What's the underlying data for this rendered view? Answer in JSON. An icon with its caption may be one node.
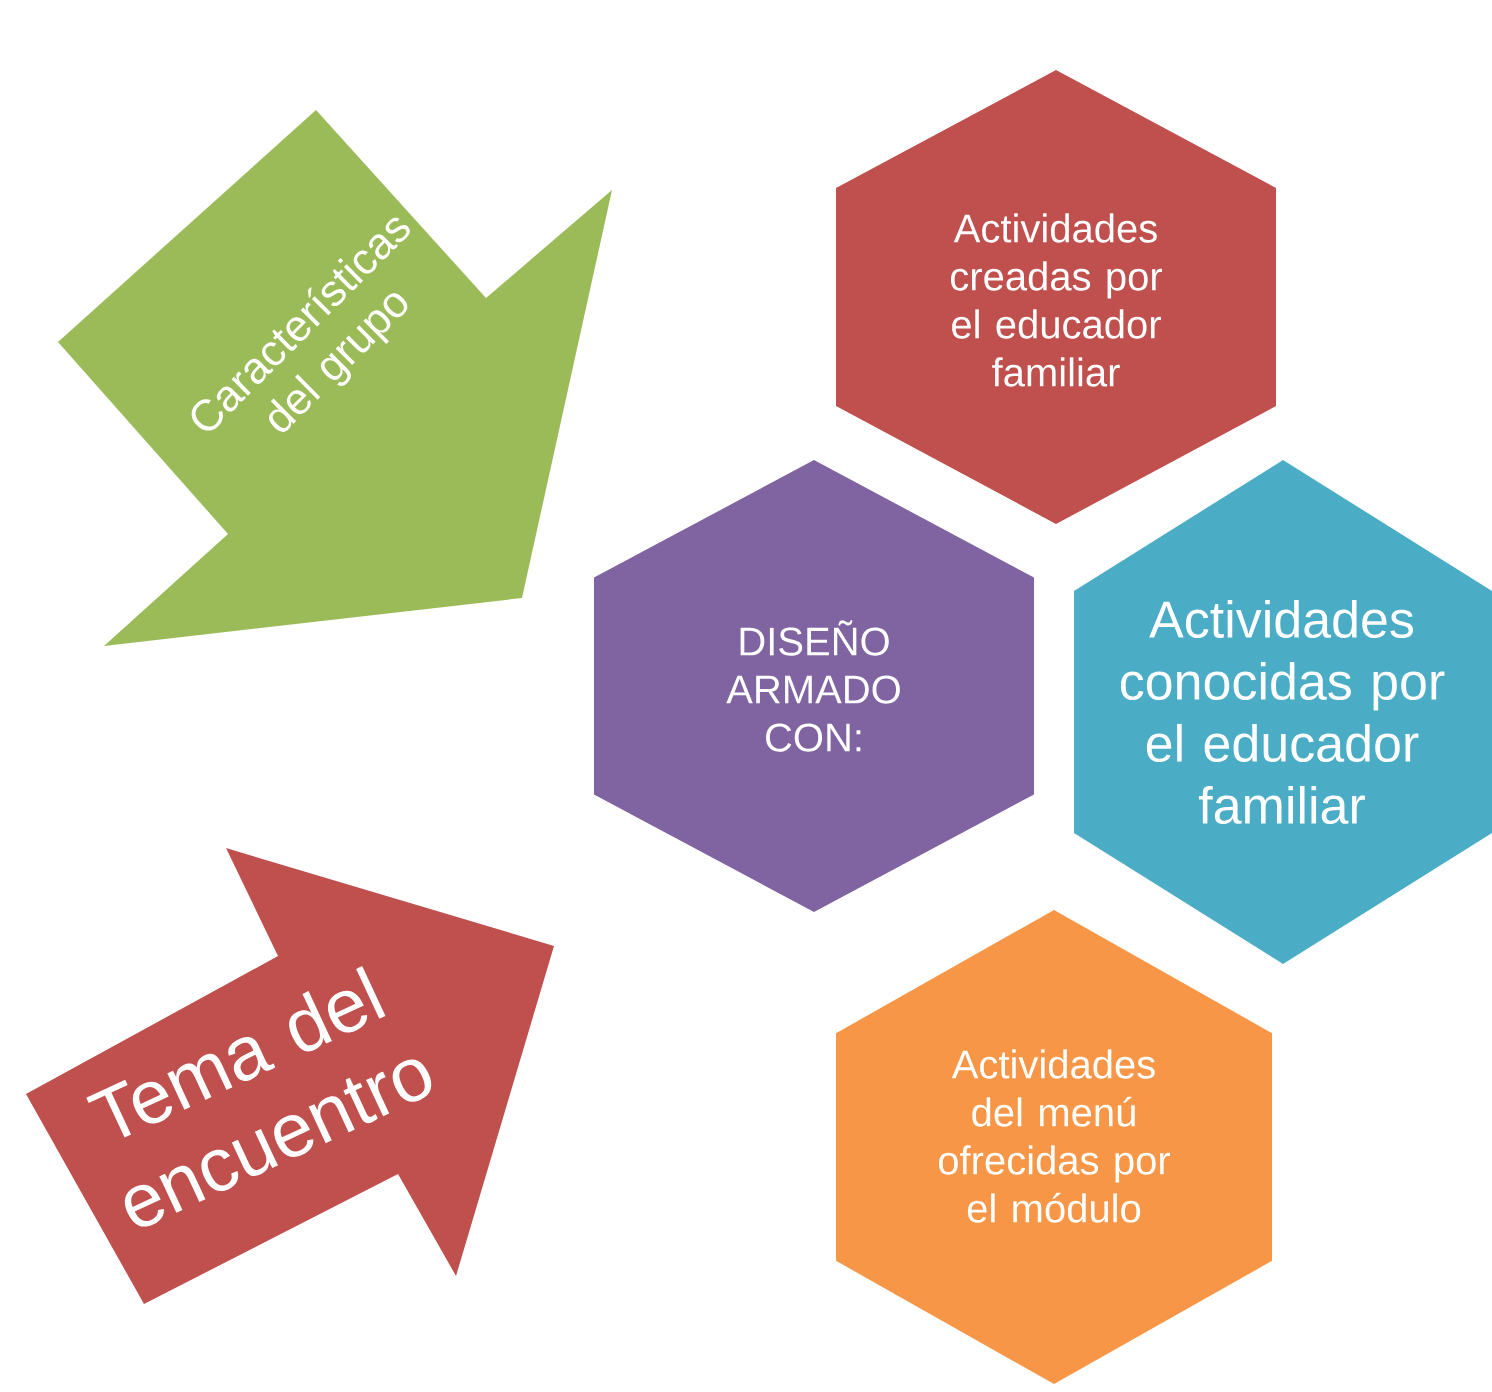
{
  "diagram": {
    "nodes": [
      {
        "text": [
          "Características del grupo"
        ]
      },
      {
        "text": [
          "Actividades creadas por el educador familiar"
        ]
      },
      {
        "text": [
          "DISEÑO ARMADO CON:"
        ]
      },
      {
        "text": [
          "Actividades conocidas por el educador familiar"
        ]
      },
      {
        "text": [
          "Tema del encuentro"
        ]
      },
      {
        "text": [
          "Actividades del menú ofrecidas por el módulo"
        ]
      }
    ]
  }
}
